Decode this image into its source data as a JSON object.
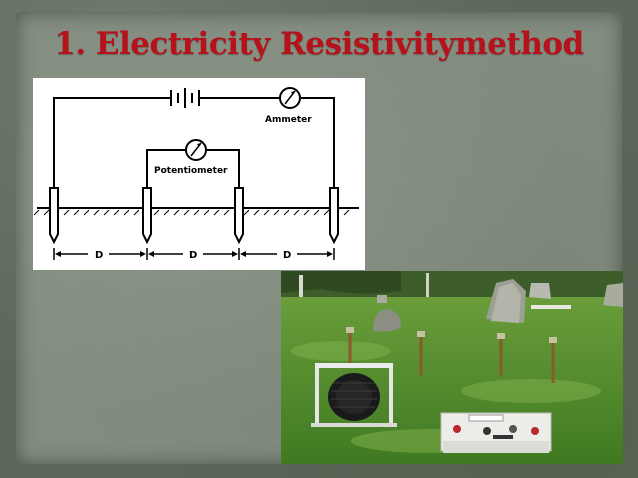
{
  "slide": {
    "title": "1. Electricity Resistivitymethod"
  },
  "diagram": {
    "ammeter_label": "Ammeter",
    "potentiometer_label": "Potentiometer",
    "spacing_labels": [
      "D",
      "D",
      "D"
    ]
  },
  "colors": {
    "title": "#b5121b",
    "grass": "#4f8a2a"
  }
}
